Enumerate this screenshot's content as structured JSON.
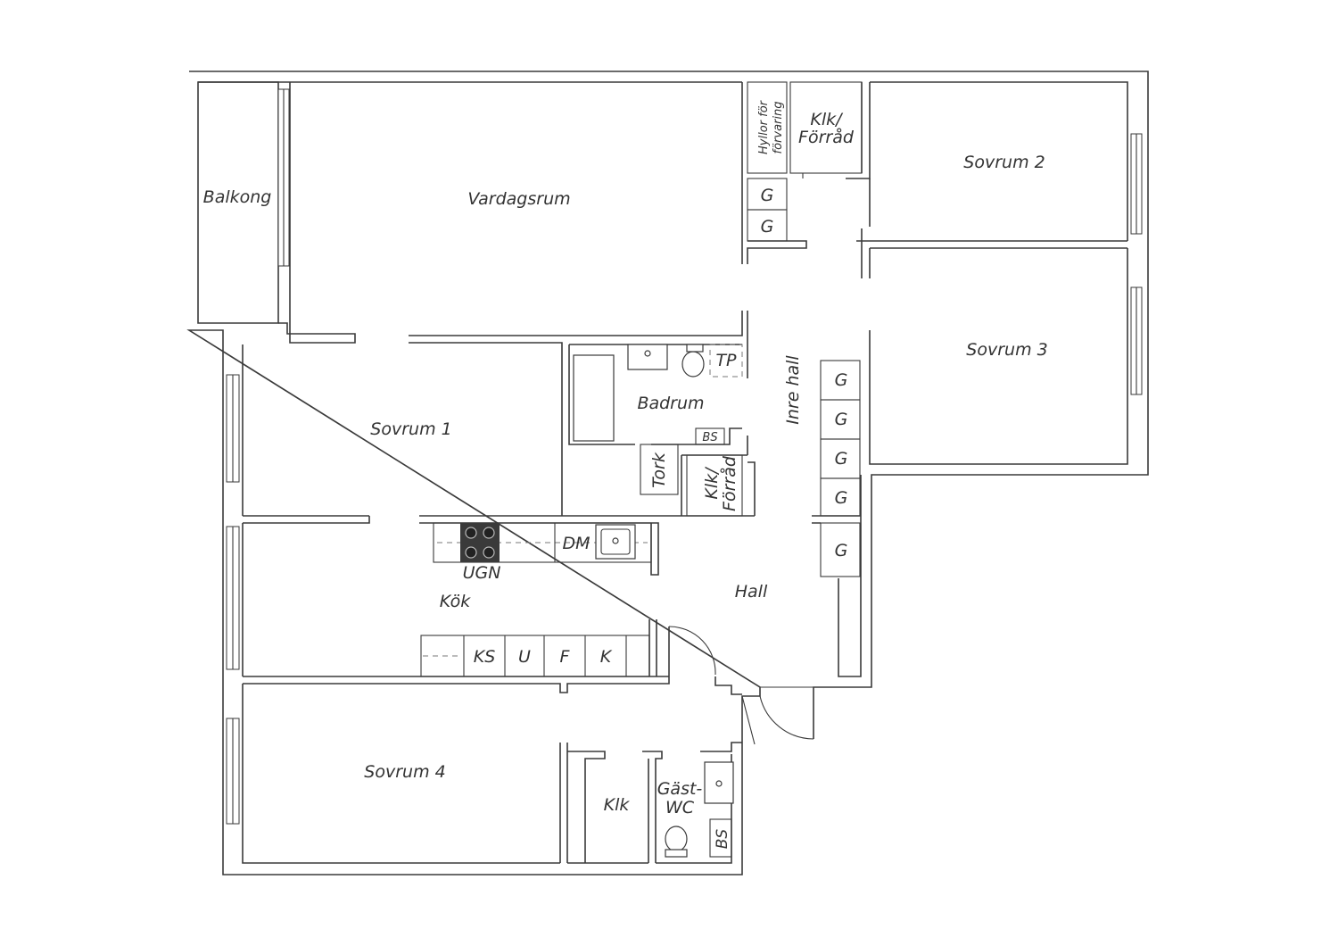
{
  "rooms": {
    "balkong": "Balkong",
    "vardagsrum": "Vardagsrum",
    "hyllor_line1": "Hyllor för",
    "hyllor_line2": "förvaring",
    "klk_forrad_top_line1": "Klk/",
    "klk_forrad_top_line2": "Förråd",
    "sovrum2": "Sovrum 2",
    "sovrum3": "Sovrum 3",
    "sovrum1": "Sovrum 1",
    "badrum": "Badrum",
    "tp": "TP",
    "bs_badrum": "BS",
    "tork": "Tork",
    "klk_forrad_mid_line1": "Klk/",
    "klk_forrad_mid_line2": "Förråd",
    "inre_hall": "Inre hall",
    "dm": "DM",
    "ugn": "UGN",
    "kok": "Kök",
    "hall": "Hall",
    "ks": "KS",
    "u": "U",
    "f": "F",
    "k": "K",
    "sovrum4": "Sovrum 4",
    "klk": "Klk",
    "gast_line1": "Gäst-",
    "gast_line2": "WC",
    "bs_wc": "BS"
  },
  "wardrobe_label": "G",
  "wardrobes_upper": [
    "G",
    "G"
  ],
  "wardrobes_inre_hall": [
    "G",
    "G",
    "G",
    "G",
    "G"
  ]
}
